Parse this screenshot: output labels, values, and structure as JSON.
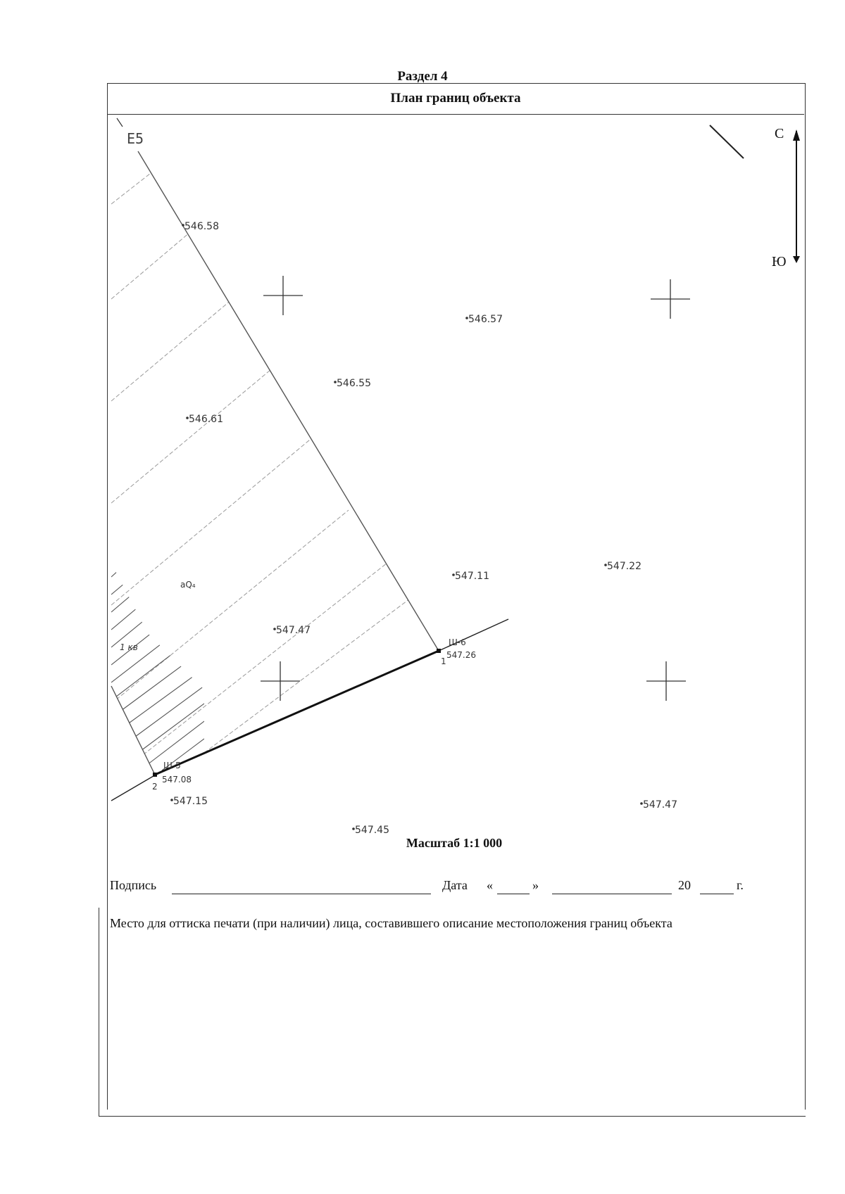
{
  "section_title": "Раздел 4",
  "plan_title": "План границ объекта",
  "map": {
    "sheet_label": "E5",
    "north_label": "С",
    "south_label": "Ю",
    "zone_label": "aQ₄",
    "zone_label2": "1 кв",
    "points": [
      {
        "id": "1",
        "mark": "Ш-6",
        "elevation": "547.26"
      },
      {
        "id": "2",
        "mark": "Ш-5",
        "elevation": "547.08"
      }
    ],
    "elevations": [
      "546.58",
      "546.57",
      "546.55",
      "546.61",
      "547.11",
      "547.22",
      "547.47",
      "547.15",
      "547.45",
      "547.47"
    ]
  },
  "scale_text": "Масштаб 1:1 000",
  "signature": {
    "label": "Подпись",
    "date_label": "Дата",
    "quote_open": "«",
    "quote_close": "»",
    "year_prefix": "20",
    "year_suffix": "г."
  },
  "stamp_text": "Место для оттиска печати (при наличии) лица, составившего описание местоположения границ объекта"
}
